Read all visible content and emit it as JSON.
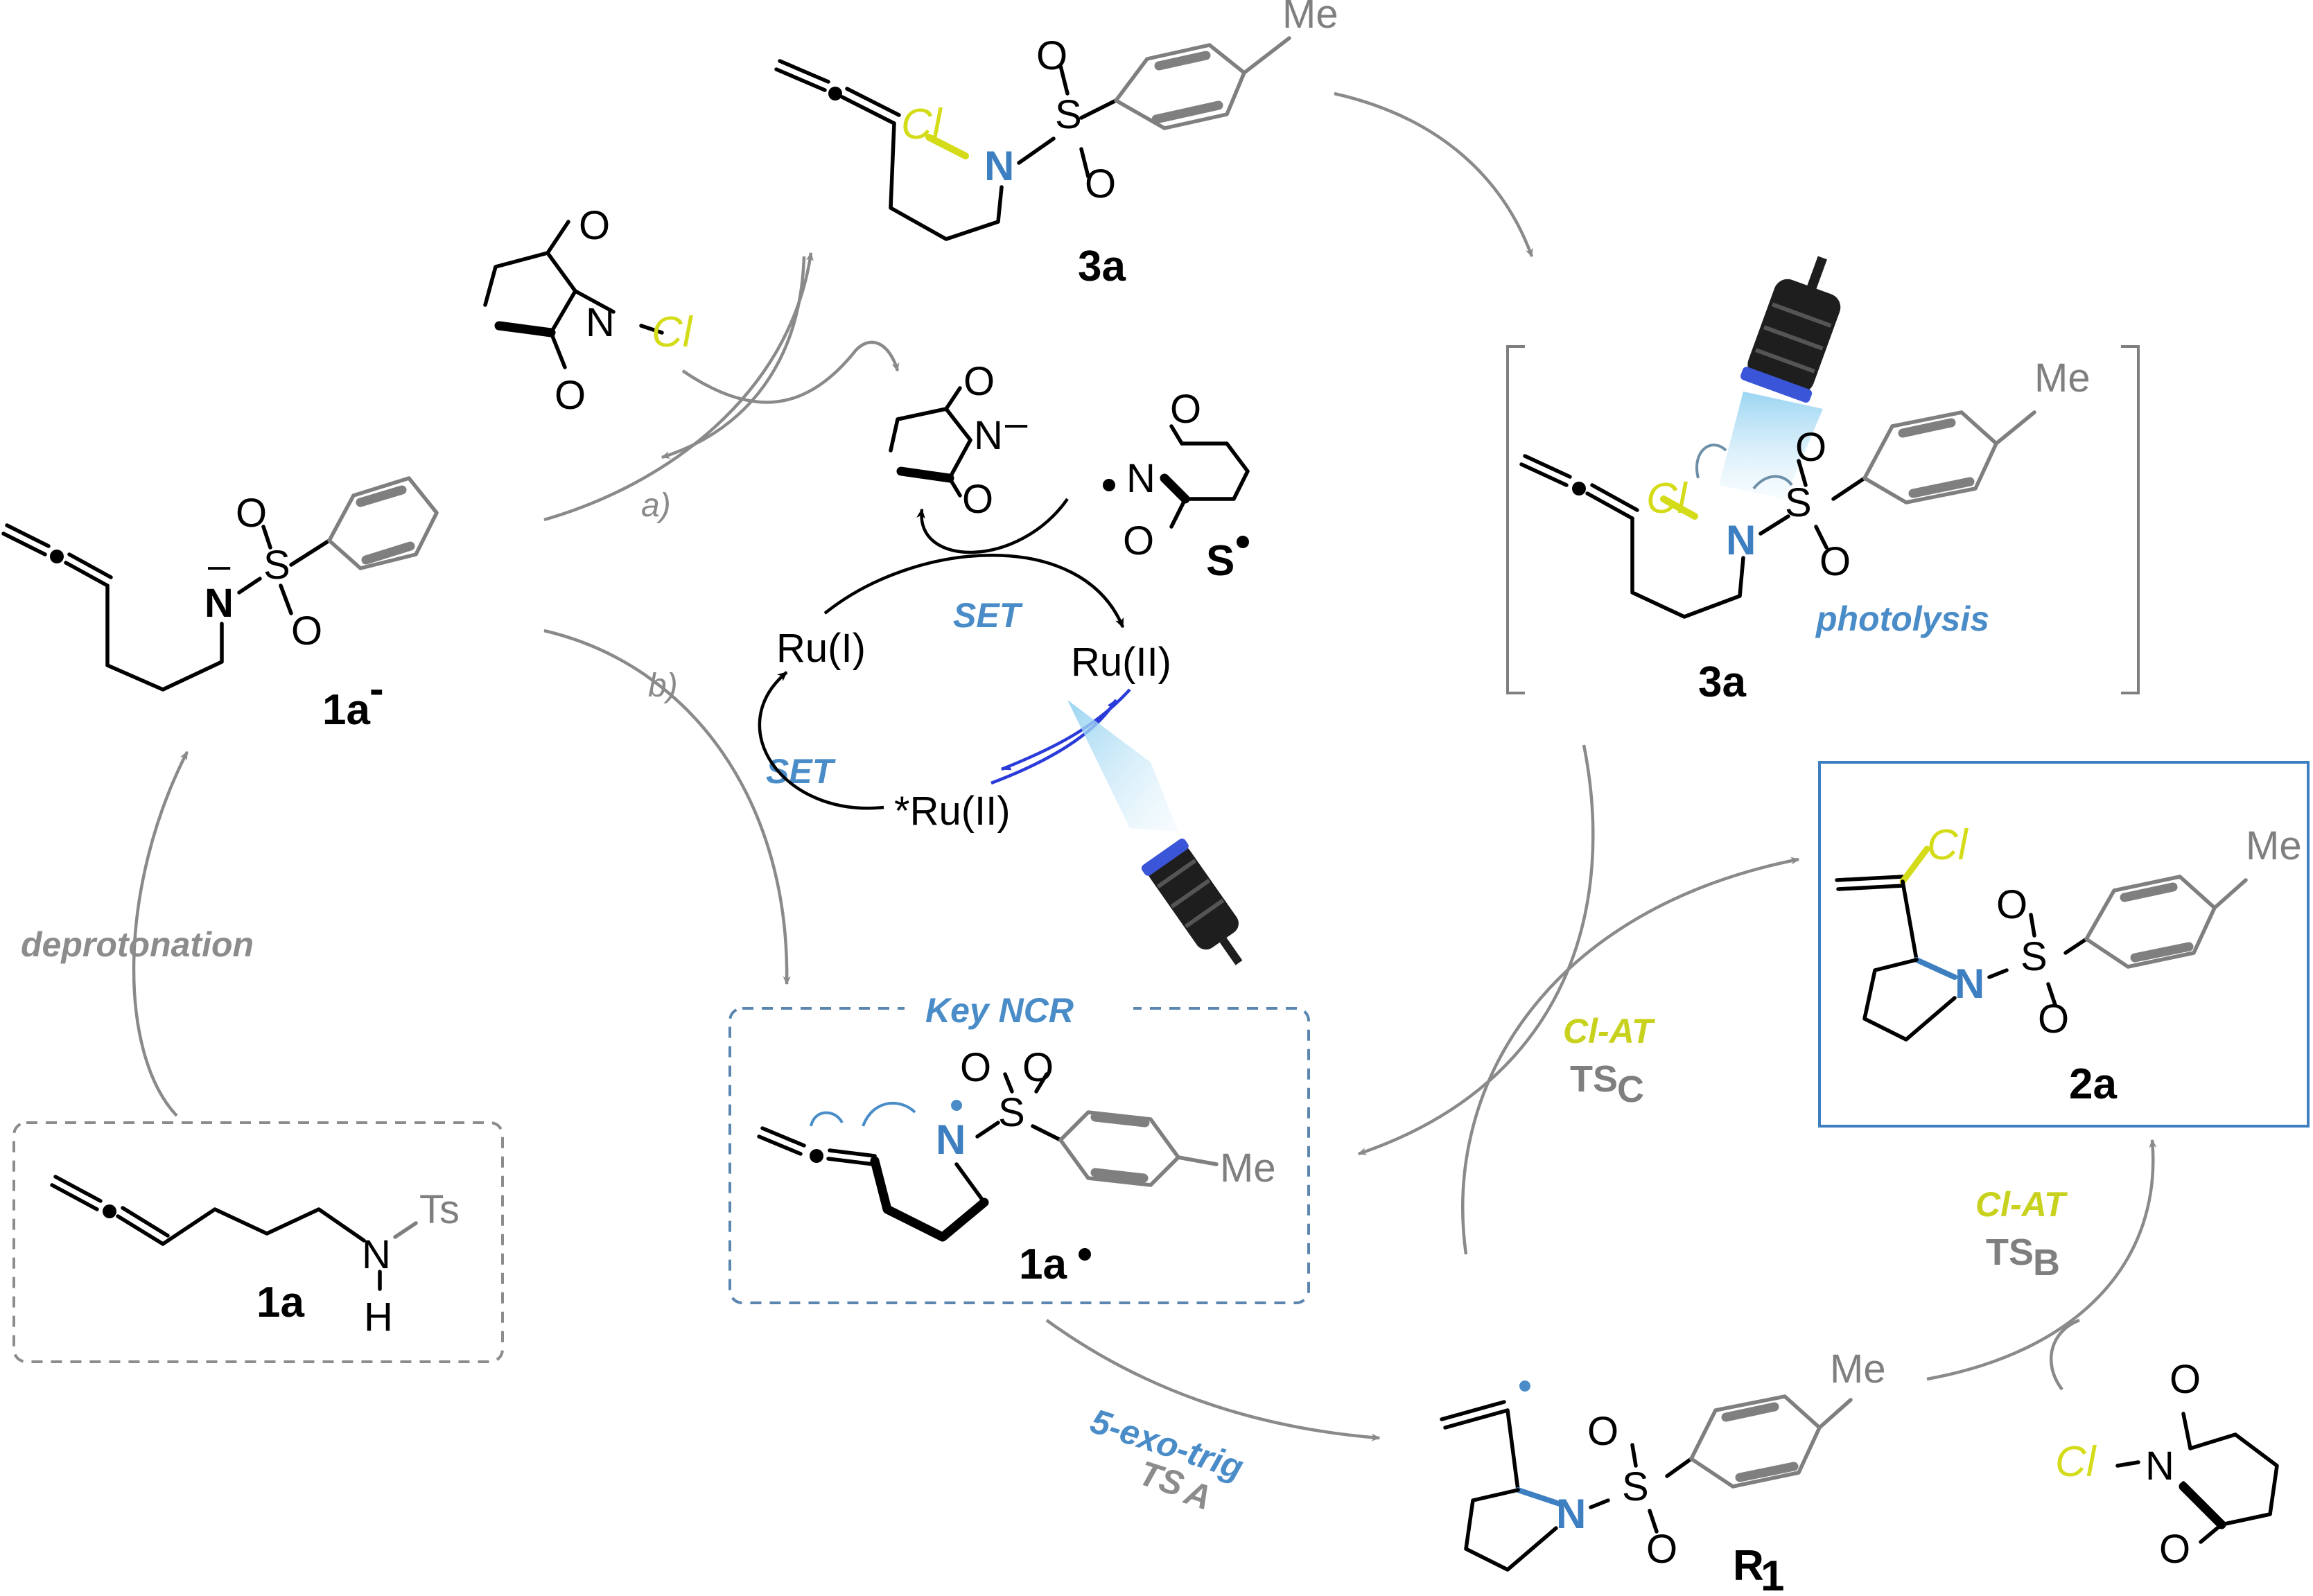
{
  "compounds": {
    "c3a_top": "3a",
    "c3a_bracket": "3a",
    "c1a_anion": "1a",
    "c1a_anion_sup": "-",
    "c1a": "1a",
    "c1a_rad": "1a",
    "c2a": "2a",
    "cR1": "R",
    "cR1_sub": "1",
    "cS": "S"
  },
  "atoms": {
    "cl": "Cl",
    "n": "N",
    "s": "S",
    "o": "O",
    "me": "Me",
    "ts": "Ts",
    "h": "H",
    "minus": "–"
  },
  "ruthenium": {
    "ru1": "Ru(I)",
    "ru2": "Ru(II)",
    "ru2_star": "*Ru(II)",
    "set_top": "SET",
    "set_left": "SET"
  },
  "labels": {
    "step_a": "a)",
    "step_b": "b)",
    "deprotonation": "deprotonation",
    "photolysis": "photolysis",
    "key_ncr": "Key NCR",
    "exo_trig": "5-exo-trig",
    "ts_a": "TS",
    "ts_a_sub": "A",
    "clat_c": "Cl-AT",
    "ts_c": "TS",
    "ts_c_sub": "C",
    "clat_b": "Cl-AT",
    "ts_b": "TS",
    "ts_b_sub": "B"
  },
  "colors": {
    "chlorine": "#d4dc19",
    "nitrogen": "#3d7fc0",
    "arrow_grey": "#8a8a8a",
    "box_blue": "#3d7fc0",
    "box_dashed_grey": "#8c8c8c",
    "light_beam": "#bfe3f5"
  },
  "icons": {
    "flashlight": "flashlight-icon",
    "radical_dot": "radical-dot-icon"
  }
}
